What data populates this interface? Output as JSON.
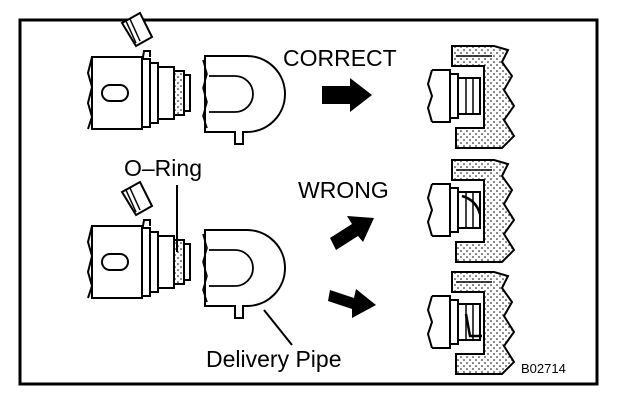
{
  "labels": {
    "correct": "CORRECT",
    "wrong": "WRONG",
    "o_ring": "O–Ring",
    "delivery_pipe": "Delivery Pipe",
    "figure_code": "B02714"
  },
  "colors": {
    "ink": "#000000",
    "paper": "#ffffff",
    "shade": "#d9d9d9"
  }
}
